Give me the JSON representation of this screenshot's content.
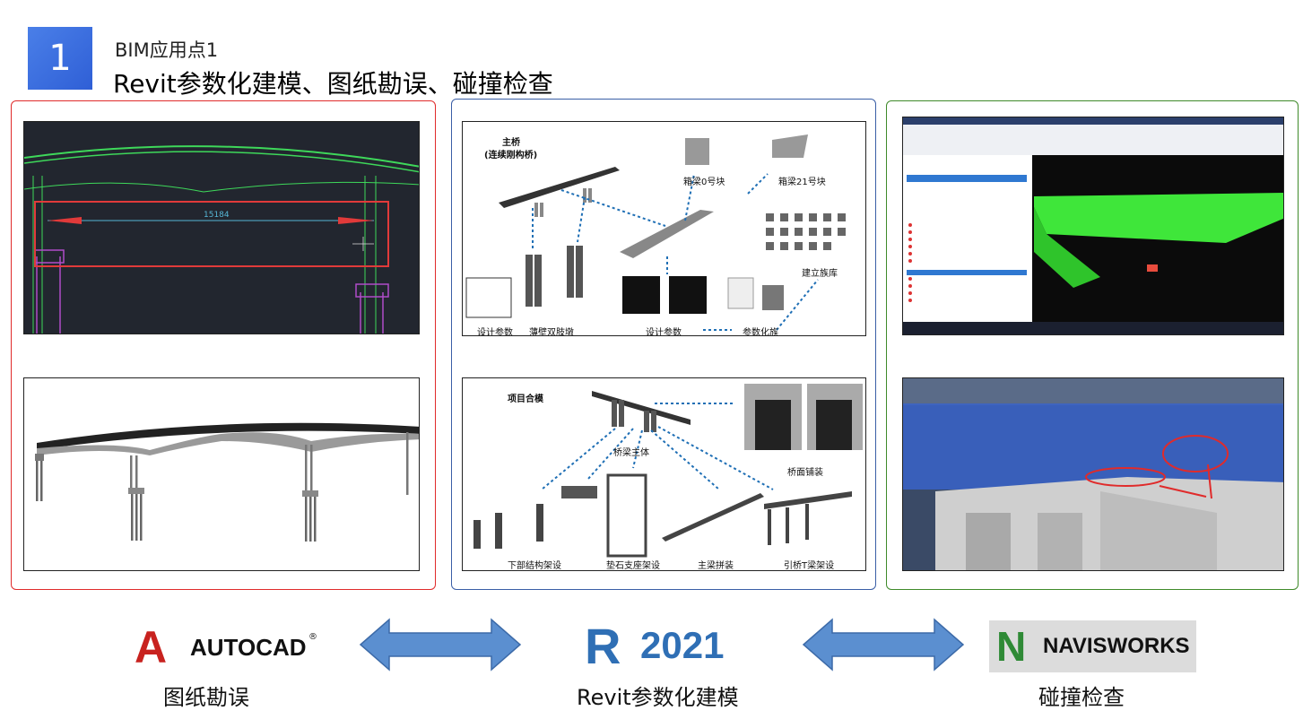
{
  "header": {
    "number": "1",
    "subtitle": "BIM应用点1",
    "title": "Revit参数化建模、图纸勘误、碰撞检查"
  },
  "cad_panel": {
    "dimension_text": "15184"
  },
  "revit_top": {
    "main_bridge_label": "主桥",
    "main_bridge_sub": "(连续刚构桥)",
    "block0_label": "箱梁0号块",
    "block21_label": "箱梁21号块",
    "design_params_left": "设计参数",
    "pier_label": "薄壁双肢墩",
    "design_params_mid": "设计参数",
    "param_family_label": "参数化族",
    "family_lib_label": "建立族库"
  },
  "revit_bottom": {
    "merge_label": "项目合模",
    "bridge_body_label": "桥梁主体",
    "deck_label": "桥面铺装",
    "substructure_label": "下部结构架设",
    "bearing_label": "垫石支座架设",
    "girder_label": "主梁拼装",
    "approach_label": "引桥T梁架设"
  },
  "logos": {
    "autocad": "AUTOCAD",
    "autocad_reg": "®",
    "autocad_letter": "A",
    "revit_letter": "R",
    "revit_year": "2021",
    "navis_letter": "N",
    "navisworks": "NAVISWORKS"
  },
  "captions": {
    "autocad": "图纸勘误",
    "revit": "Revit参数化建模",
    "navisworks": "碰撞检查"
  },
  "colors": {
    "badge": "#3b6fe0",
    "red_frame": "#e02b2b",
    "blue_frame": "#3a5ea6",
    "green_frame": "#3f8a2a",
    "arrow": "#5b8fd0"
  }
}
